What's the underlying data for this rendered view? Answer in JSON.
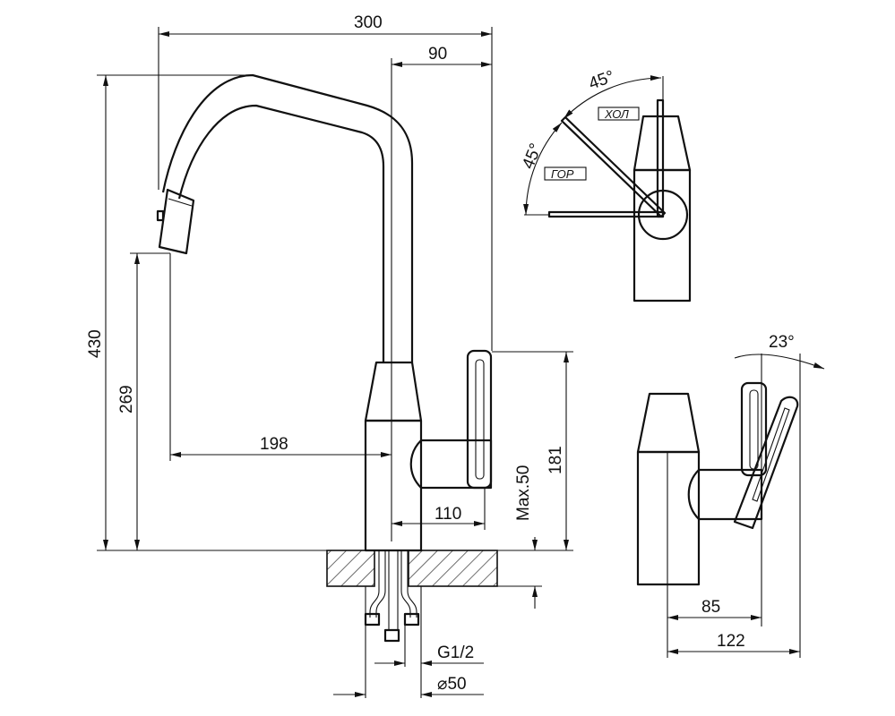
{
  "title": "Faucet technical drawing",
  "dimensions": {
    "width_total": "300",
    "spout_offset": "90",
    "height_total": "430",
    "spout_height": "269",
    "spout_reach": "198",
    "handle_reach": "110",
    "max_counter": "Max.50",
    "handle_height": "181",
    "angle_cold": "45°",
    "angle_hot": "45°",
    "label_cold": "ХОЛ",
    "label_hot": "ГОР",
    "tilt_angle": "23°",
    "side_depth": "85",
    "side_total": "122",
    "thread": "G1/2",
    "diameter": "⌀50"
  }
}
